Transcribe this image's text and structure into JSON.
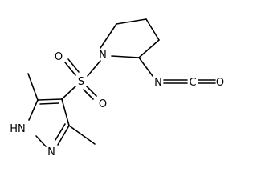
{
  "molecule": {
    "atoms": {
      "pyrrolidine_n": "N",
      "sulfur": "S",
      "sulfonyl_o_top": "O",
      "sulfonyl_o_bottom": "O",
      "isocyanate_n": "N",
      "isocyanate_c": "C",
      "isocyanate_o": "O",
      "pyrazole_nh": "HN",
      "pyrazole_n": "N"
    }
  }
}
